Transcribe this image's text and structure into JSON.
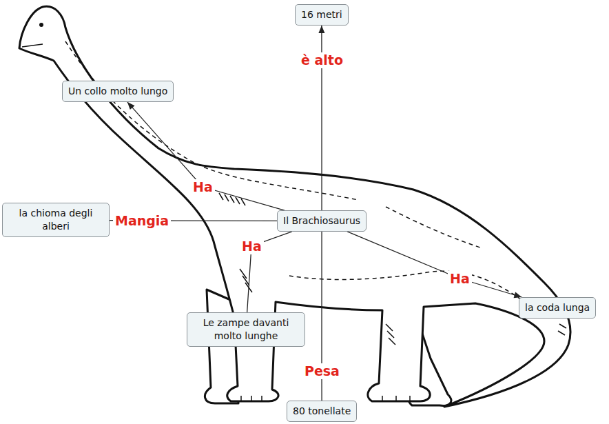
{
  "diagram": {
    "nodes": [
      {
        "text": [
          "16 metri"
        ]
      },
      {
        "text": [
          "Un collo molto lungo"
        ]
      },
      {
        "text": [
          "la chioma degli alberi"
        ]
      },
      {
        "text": [
          "Il Brachiosaurus"
        ]
      },
      {
        "text": [
          "Le zampe davanti molto lunghe"
        ]
      },
      {
        "text": [
          "la coda lunga"
        ]
      },
      {
        "text": [
          "80 tonellate"
        ]
      }
    ],
    "edges": [
      {
        "from": 3,
        "to": 0,
        "label": "è alto",
        "arrow": "to"
      },
      {
        "from": 3,
        "to": 1,
        "label": "Ha",
        "arrow": "to"
      },
      {
        "from": 3,
        "to": 2,
        "label": "Mangia",
        "arrow": "none"
      },
      {
        "from": 3,
        "to": 4,
        "label": "Ha",
        "arrow": "none"
      },
      {
        "from": 3,
        "to": 5,
        "label": "Ha",
        "arrow": "to"
      },
      {
        "from": 3,
        "to": 6,
        "label": "Pesa",
        "arrow": "none"
      }
    ]
  }
}
